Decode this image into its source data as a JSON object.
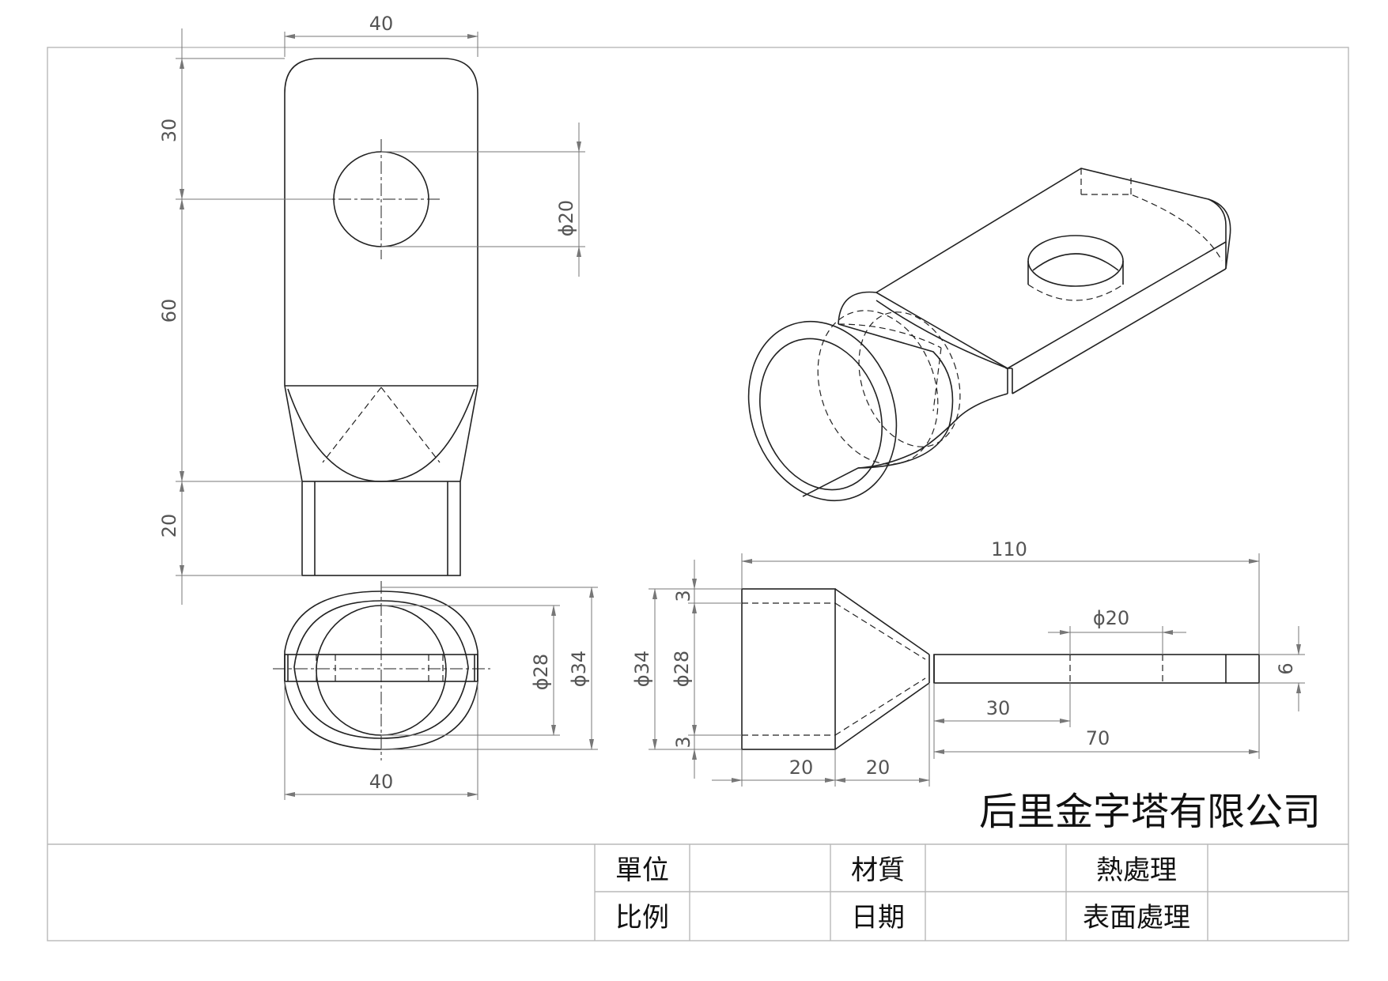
{
  "company_name": "后里金字塔有限公司",
  "title_block": {
    "unit_label": "單位",
    "material_label": "材質",
    "heat_treatment_label": "熱處理",
    "scale_label": "比例",
    "date_label": "日期",
    "surface_treatment_label": "表面處理"
  },
  "front_view": {
    "width": "40",
    "hole_offset": "30",
    "flat_length": "60",
    "barrel_length": "20",
    "hole_diameter": "ϕ20"
  },
  "bottom_view": {
    "width": "40",
    "inner_diameter": "ϕ28",
    "outer_diameter": "ϕ34"
  },
  "side_view": {
    "overall_length": "110",
    "hole_diameter": "ϕ20",
    "hole_offset": "30",
    "tongue_length": "70",
    "thickness": "6",
    "wall_top": "3",
    "wall_bottom": "3",
    "outer_diameter": "ϕ34",
    "inner_diameter": "ϕ28",
    "barrel_length": "20",
    "taper_length": "20"
  }
}
